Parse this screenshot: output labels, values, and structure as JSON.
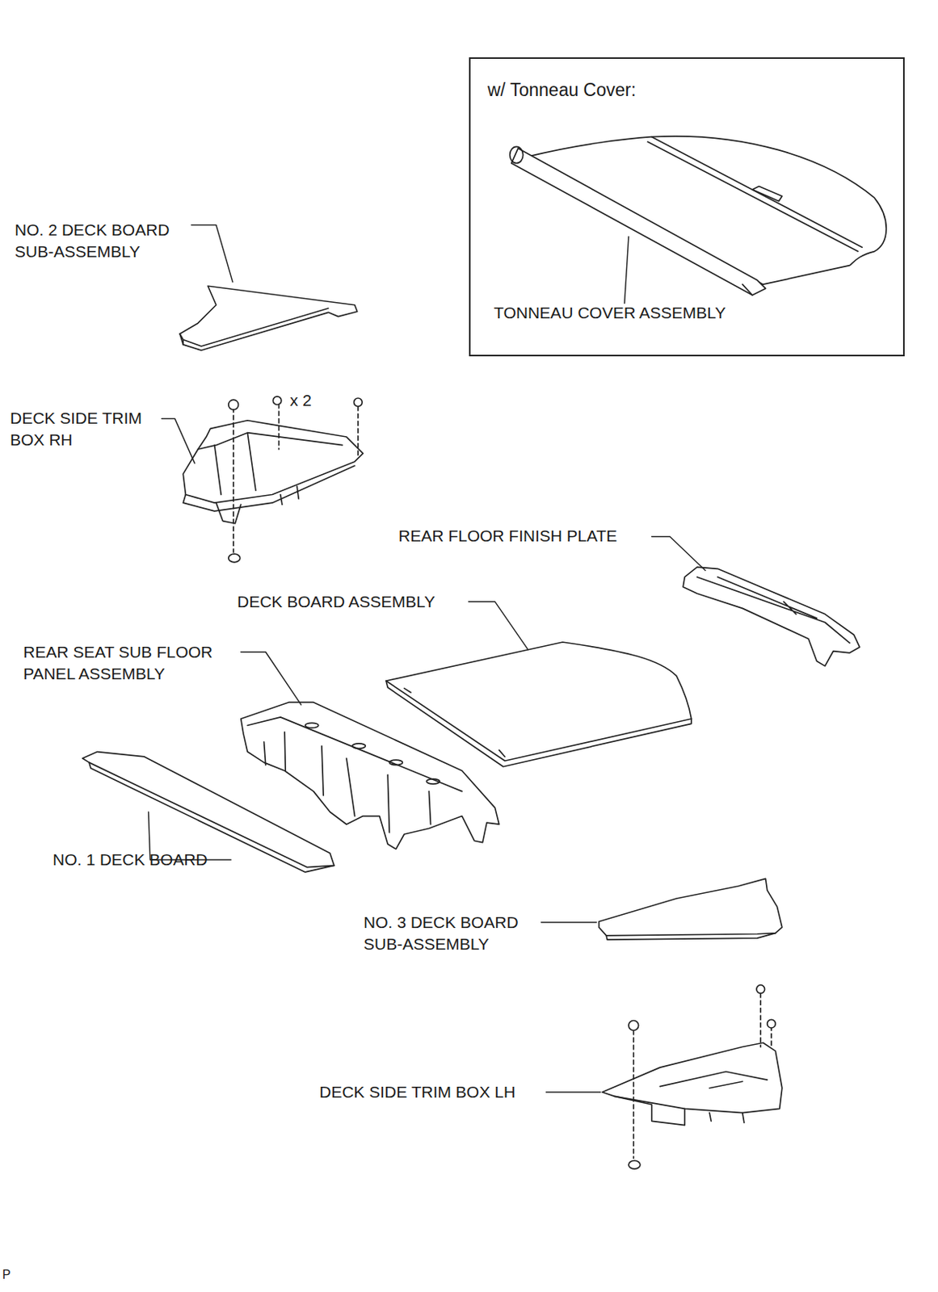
{
  "diagram": {
    "nodes": [
      {
        "text": [
          "w/ Tonneau Cover:",
          "TONNEAU COVER ASSEMBLY"
        ]
      }
    ],
    "labels": [
      "NO. 2 DECK BOARD SUB-ASSEMBLY",
      "DECK SIDE TRIM BOX RH",
      "x 2",
      "REAR FLOOR FINISH PLATE",
      "DECK BOARD ASSEMBLY",
      "REAR SEAT SUB FLOOR PANEL ASSEMBLY",
      "NO. 1 DECK BOARD",
      "NO. 3 DECK BOARD SUB-ASSEMBLY",
      "DECK SIDE TRIM BOX LH",
      "P"
    ]
  }
}
